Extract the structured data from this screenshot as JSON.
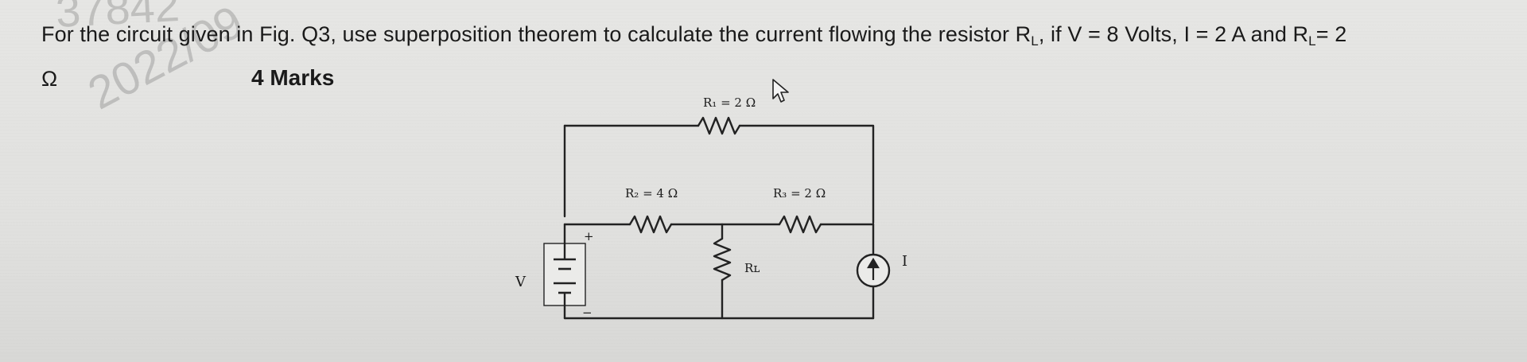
{
  "watermark": {
    "top": "37842",
    "date": "2022/09"
  },
  "question": {
    "text_part1": "For the circuit given in Fig. Q3, use superposition theorem to calculate the current flowing the resistor R",
    "rl_sub": "L",
    "text_part2": ", if V =   8 Volts, I = 2 A and R",
    "rl_sub2": "L",
    "text_part3": "= 2",
    "unit": "Ω",
    "marks": "4 Marks"
  },
  "circuit": {
    "r_top_label": "R₁ = 2 Ω",
    "r_left_label": "R₂ = 4 Ω",
    "r_right_label": "R₃ = 2 Ω",
    "rl_label": "Rʟ",
    "v_label": "V",
    "i_label": "I",
    "plus": "+",
    "minus": "−"
  },
  "icons": {
    "cursor": "mouse-pointer-icon",
    "arrow": "arrow-up-icon"
  }
}
